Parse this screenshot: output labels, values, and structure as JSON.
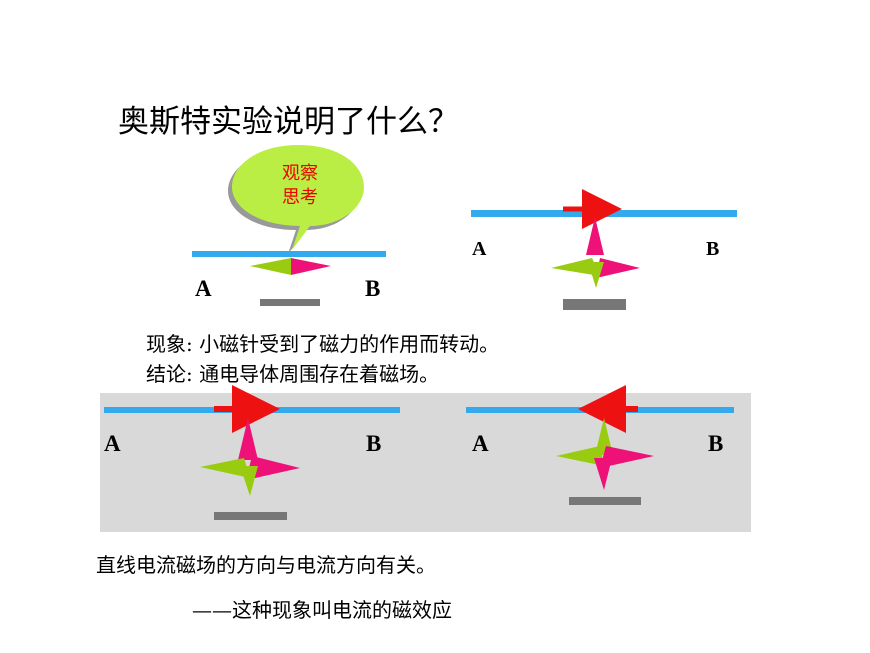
{
  "title": "奥斯特实验说明了什么？",
  "bubble": {
    "line1": "观察",
    "line2": "思考"
  },
  "labels": {
    "a": "A",
    "b": "B"
  },
  "observation": {
    "label": "现象",
    "text": ": 小磁针受到了磁力的作用而转动。"
  },
  "conclusion": {
    "label": "结论",
    "text": ": 通电导体周围存在着磁场。"
  },
  "statement": "直线电流磁场的方向与电流方向有关。",
  "effect": "——这种现象叫电流的磁效应",
  "colors": {
    "wire": "#33aaee",
    "current": "#ee1111",
    "needle_red": "#ee1177",
    "needle_green": "#99cc11",
    "panel": "#d9d9d9",
    "bubble": "#bbee44",
    "base": "#777777"
  },
  "setups": [
    {
      "id": "no-current",
      "current_direction": "none",
      "needle": "aligned"
    },
    {
      "id": "current-a-to-b",
      "current_direction": "A-to-B",
      "needle": "rotated"
    },
    {
      "id": "current-a-to-b-2",
      "current_direction": "A-to-B",
      "needle": "rotated"
    },
    {
      "id": "current-b-to-a",
      "current_direction": "B-to-A",
      "needle": "rotated-reversed"
    }
  ]
}
